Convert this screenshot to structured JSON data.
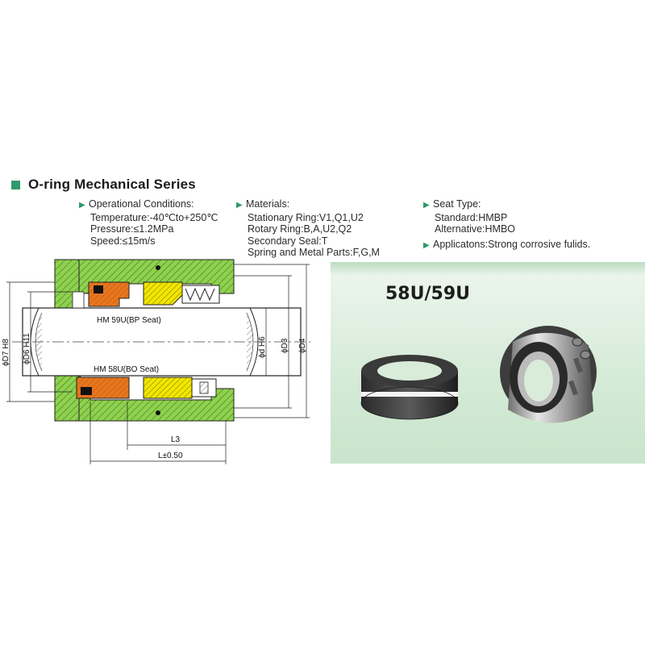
{
  "header": {
    "title": "O-ring Mechanical Series"
  },
  "specs": {
    "operational": {
      "heading": "Operational Conditions:",
      "lines": [
        "Temperature:-40℃to+250℃",
        "Pressure:≤1.2MPa",
        "Speed:≤15m/s"
      ]
    },
    "materials": {
      "heading": "Materials:",
      "lines": [
        "Stationary Ring:V1,Q1,U2",
        "Rotary Ring:B,A,U2,Q2",
        "Secondary Seal:T",
        "Spring and Metal Parts:F,G,M"
      ]
    },
    "seat": {
      "heading": "Seat Type:",
      "lines": [
        "Standard:HMBP",
        "Alternative:HMBO"
      ],
      "applications": "Applicatons:Strong corrosive fulids."
    }
  },
  "drawing": {
    "seat_top_label": "HM 59U(BP Seat)",
    "seat_bottom_label": "HM 58U(BO Seat)",
    "dim_left_1": "ϕD7 H8",
    "dim_left_2": "ϕD6 H11",
    "dim_right_1": "ϕd H6",
    "dim_right_2": "ϕD3",
    "dim_right_3": "ϕD4",
    "dim_l3": "L3",
    "dim_l": "L±0.50"
  },
  "photo": {
    "model": "58U/59U"
  },
  "colors": {
    "accent": "#2f9a6a",
    "hatch_green": "#8fd14f",
    "orange": "#e8761e",
    "yellow": "#f2e600"
  }
}
